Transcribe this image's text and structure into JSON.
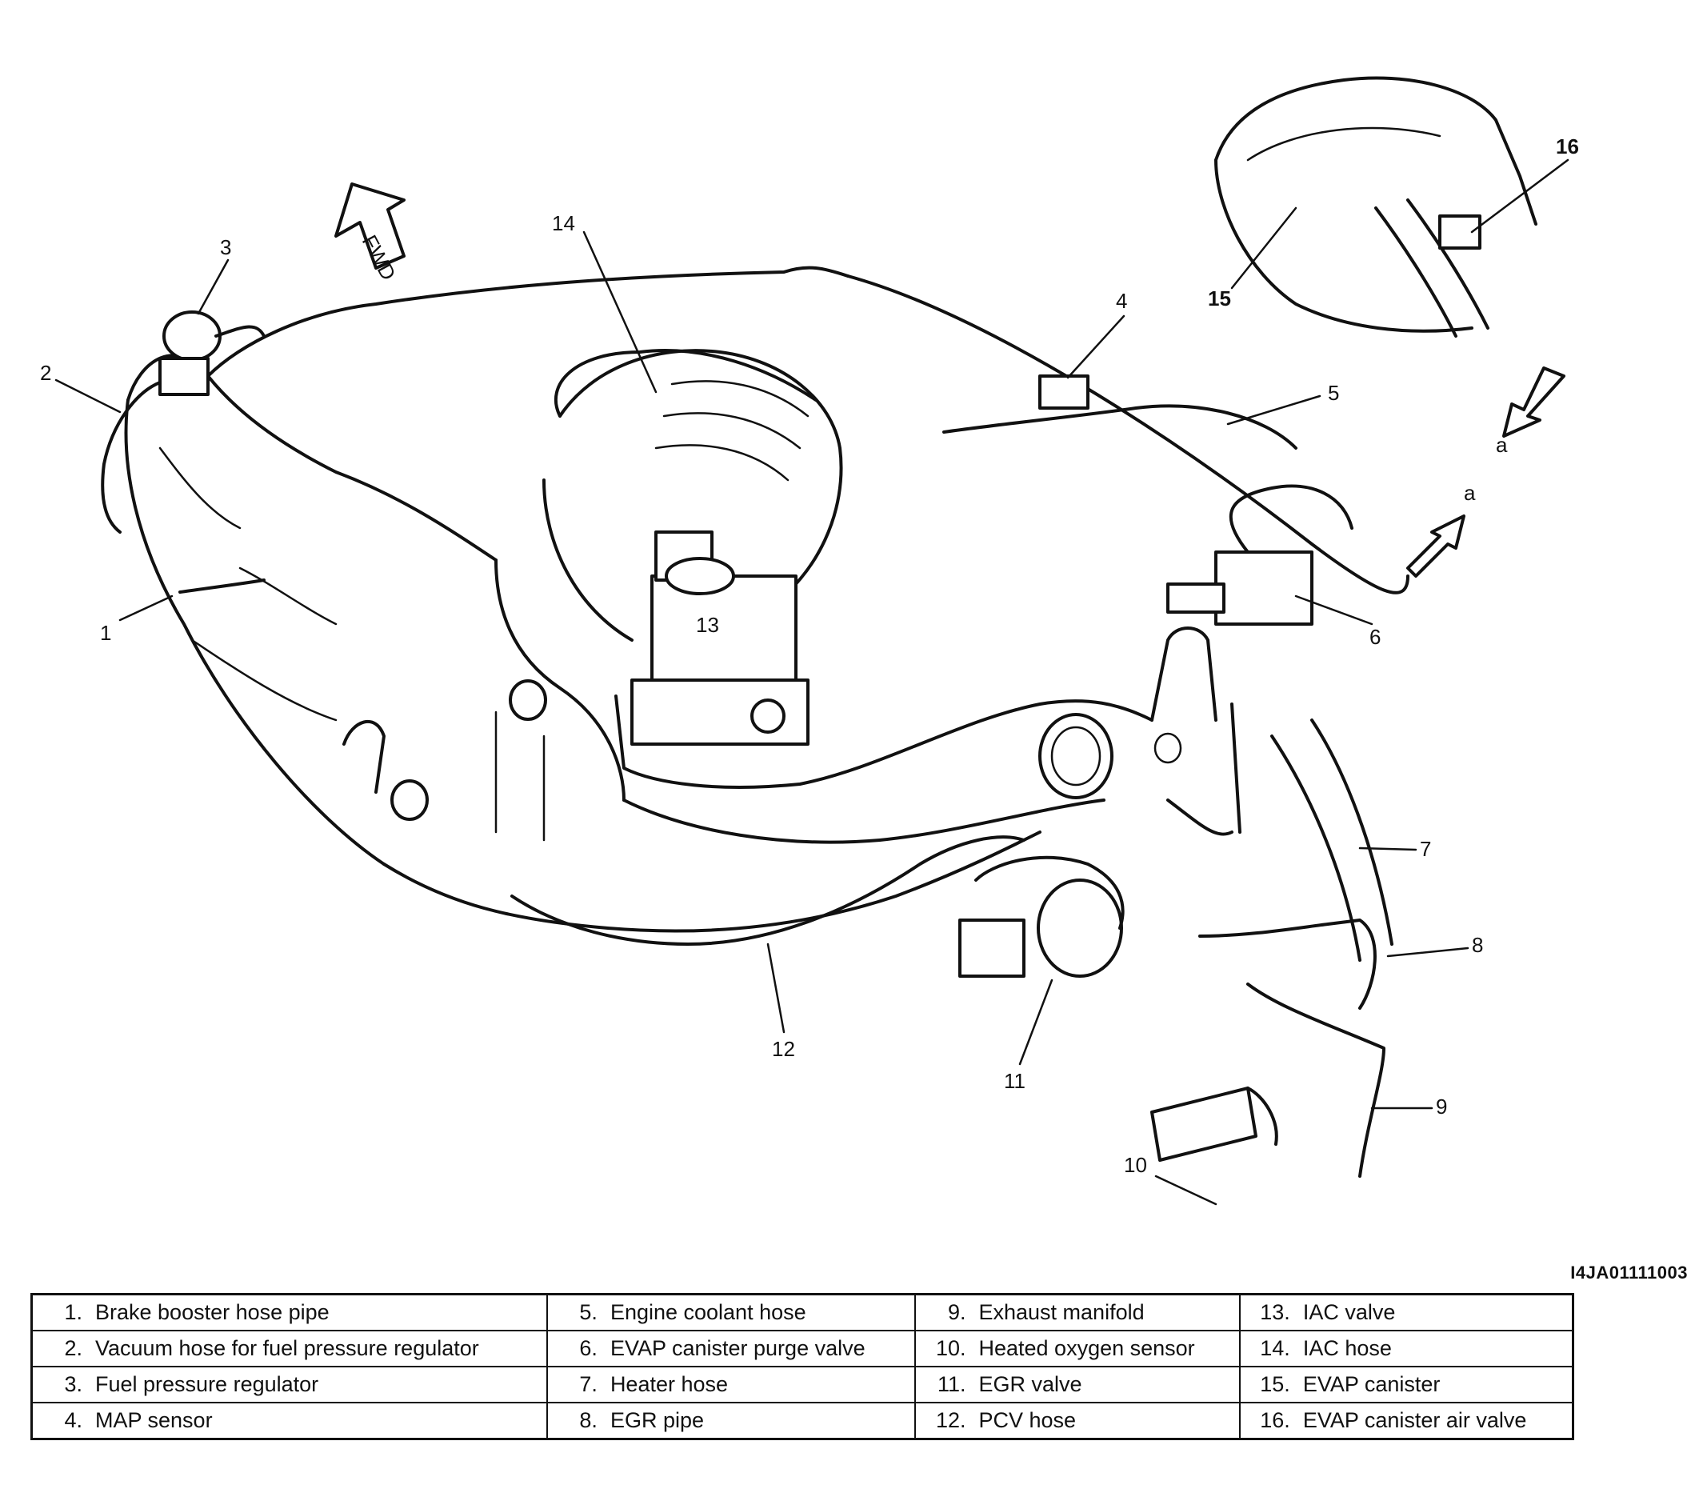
{
  "figure_id": "I4JA01111003",
  "arrows": {
    "forward": "FWD",
    "a1": "a",
    "a2": "a"
  },
  "callouts": [
    "1",
    "2",
    "3",
    "4",
    "5",
    "6",
    "7",
    "8",
    "9",
    "10",
    "11",
    "12",
    "13",
    "14",
    "15",
    "16"
  ],
  "legend": {
    "rows": [
      [
        {
          "num": "1.",
          "label": "Brake booster hose pipe"
        },
        {
          "num": "5.",
          "label": "Engine coolant hose"
        },
        {
          "num": "9.",
          "label": "Exhaust manifold"
        },
        {
          "num": "13.",
          "label": "IAC valve"
        }
      ],
      [
        {
          "num": "2.",
          "label": "Vacuum hose for fuel pressure regulator"
        },
        {
          "num": "6.",
          "label": "EVAP canister purge valve"
        },
        {
          "num": "10.",
          "label": "Heated oxygen sensor"
        },
        {
          "num": "14.",
          "label": "IAC hose"
        }
      ],
      [
        {
          "num": "3.",
          "label": "Fuel pressure regulator"
        },
        {
          "num": "7.",
          "label": "Heater hose"
        },
        {
          "num": "11.",
          "label": "EGR valve"
        },
        {
          "num": "15.",
          "label": "EVAP canister"
        }
      ],
      [
        {
          "num": "4.",
          "label": "MAP sensor"
        },
        {
          "num": "8.",
          "label": "EGR pipe"
        },
        {
          "num": "12.",
          "label": "PCV hose"
        },
        {
          "num": "16.",
          "label": "EVAP canister air valve"
        }
      ]
    ]
  }
}
